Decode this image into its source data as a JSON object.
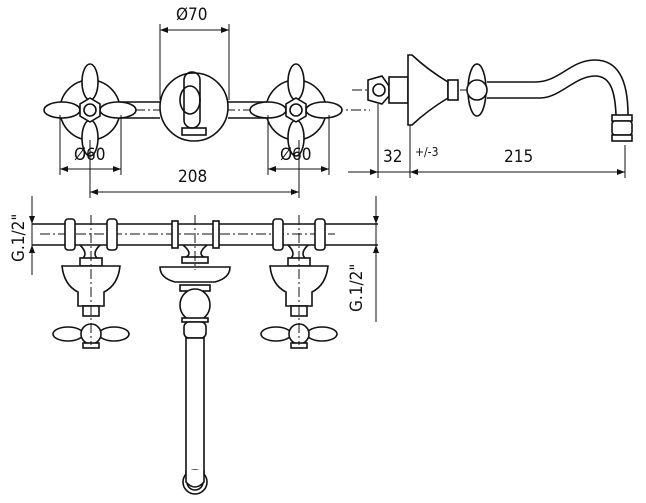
{
  "title": "Wall-mounted three-hole tap technical drawing",
  "dimensions": {
    "rosette_diameter": "Ø70",
    "handle_left_diameter": "Ø60",
    "handle_right_diameter": "Ø60",
    "handle_spacing": "208",
    "wall_depth": "32",
    "tolerance": "+/-3",
    "spout_projection": "215",
    "thread_left": "G.1/2\"",
    "thread_right": "G.1/2\""
  }
}
